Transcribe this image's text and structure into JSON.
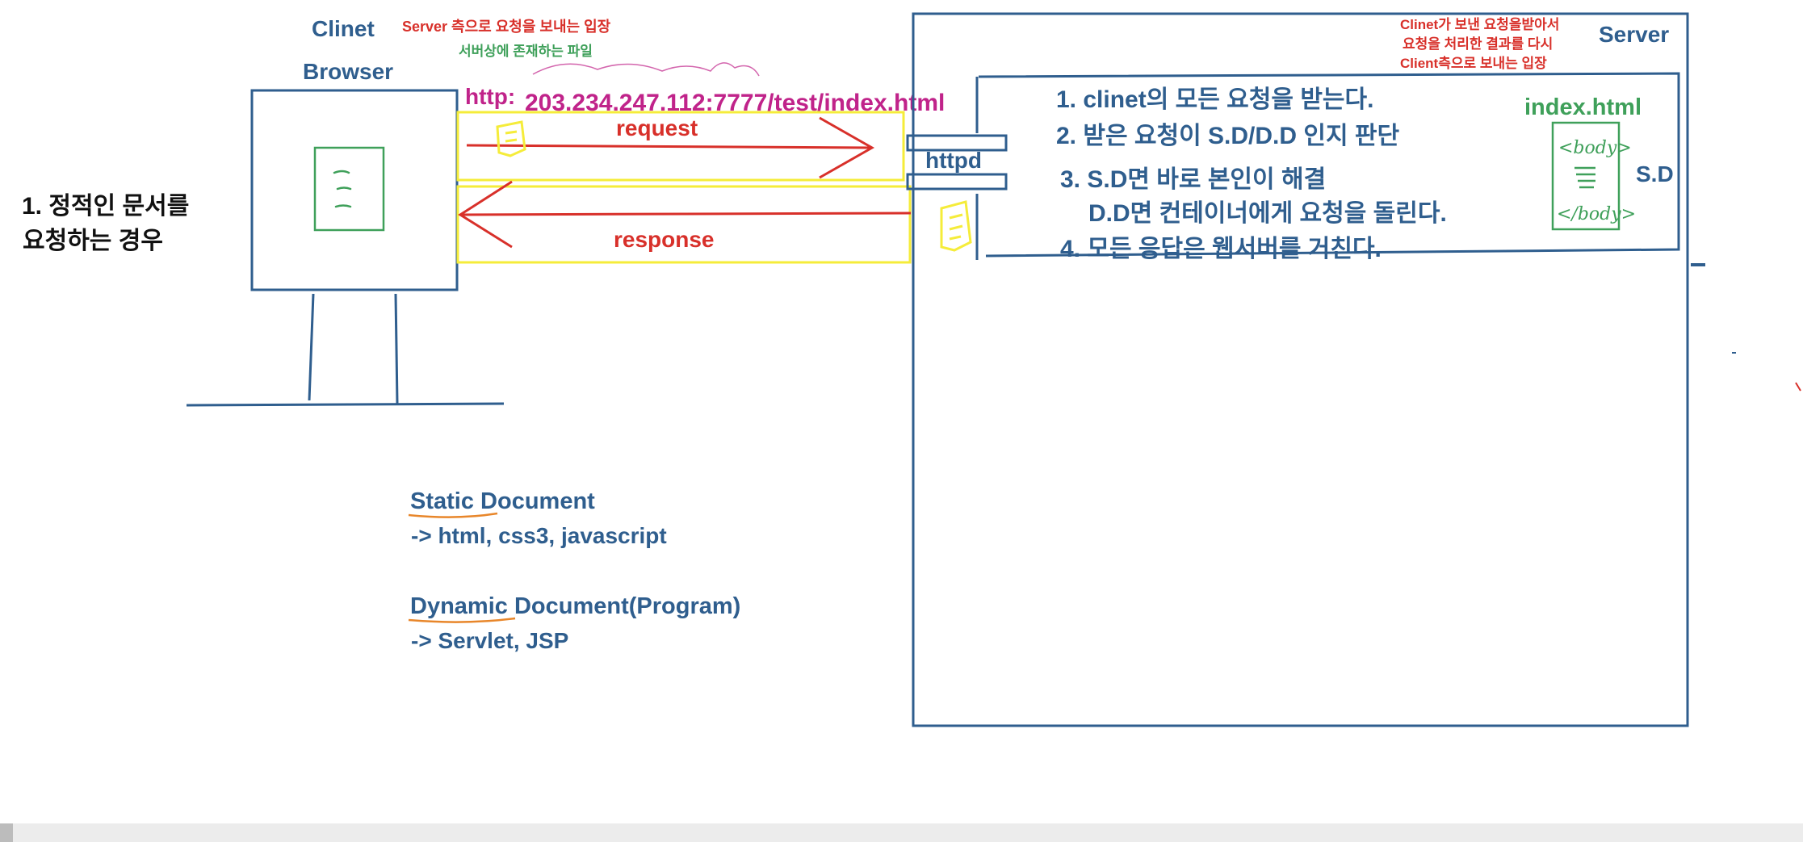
{
  "client": {
    "title_line1": "Clinet",
    "title_line2": "Browser",
    "role_note": "Server 측으로 요청을 보내는 입장",
    "file_note": "서버상에 존재하는 파일"
  },
  "url": {
    "scheme": "http:",
    "address": "203.234.247.112:7777/test/index.html"
  },
  "arrows": {
    "request_label": "request",
    "response_label": "response"
  },
  "server": {
    "title": "Server",
    "role_note": [
      "Clinet가 보낸 요청을받아서",
      "요청을 처리한 결과를 다시",
      "Client측으로 보내는 입장"
    ],
    "httpd_label": "httpd",
    "steps": [
      "1. clinet의 모든 요청을 받는다.",
      "2. 받은 요청이 S.D/D.D 인지 판단",
      "3. S.D면 바로 본인이 해결",
      "D.D면 컨테이너에게 요청을 돌린다.",
      "4. 모든 응답은 웹서버를 거친다."
    ],
    "file_name": "index.html",
    "file_tag_open": "<body>",
    "file_tag_close": "</body>",
    "sd_label": "S.D"
  },
  "case_label": [
    "1. 정적인 문서를",
    "요청하는 경우"
  ],
  "documents": {
    "static_title_a": "Static",
    "static_title_b": " Document",
    "static_desc": "-> html, css3, javascript",
    "dynamic_title_a": "Dynamic",
    "dynamic_title_b": " Document(Program)",
    "dynamic_desc": "-> Servlet, JSP"
  },
  "colors": {
    "ink_blue": "#2f5e8e",
    "ink_red": "#d8302a",
    "ink_green": "#3fa05a",
    "ink_magenta": "#c0238a",
    "highlight_yellow": "#f5ec3a",
    "underline_orange": "#e8862a"
  }
}
